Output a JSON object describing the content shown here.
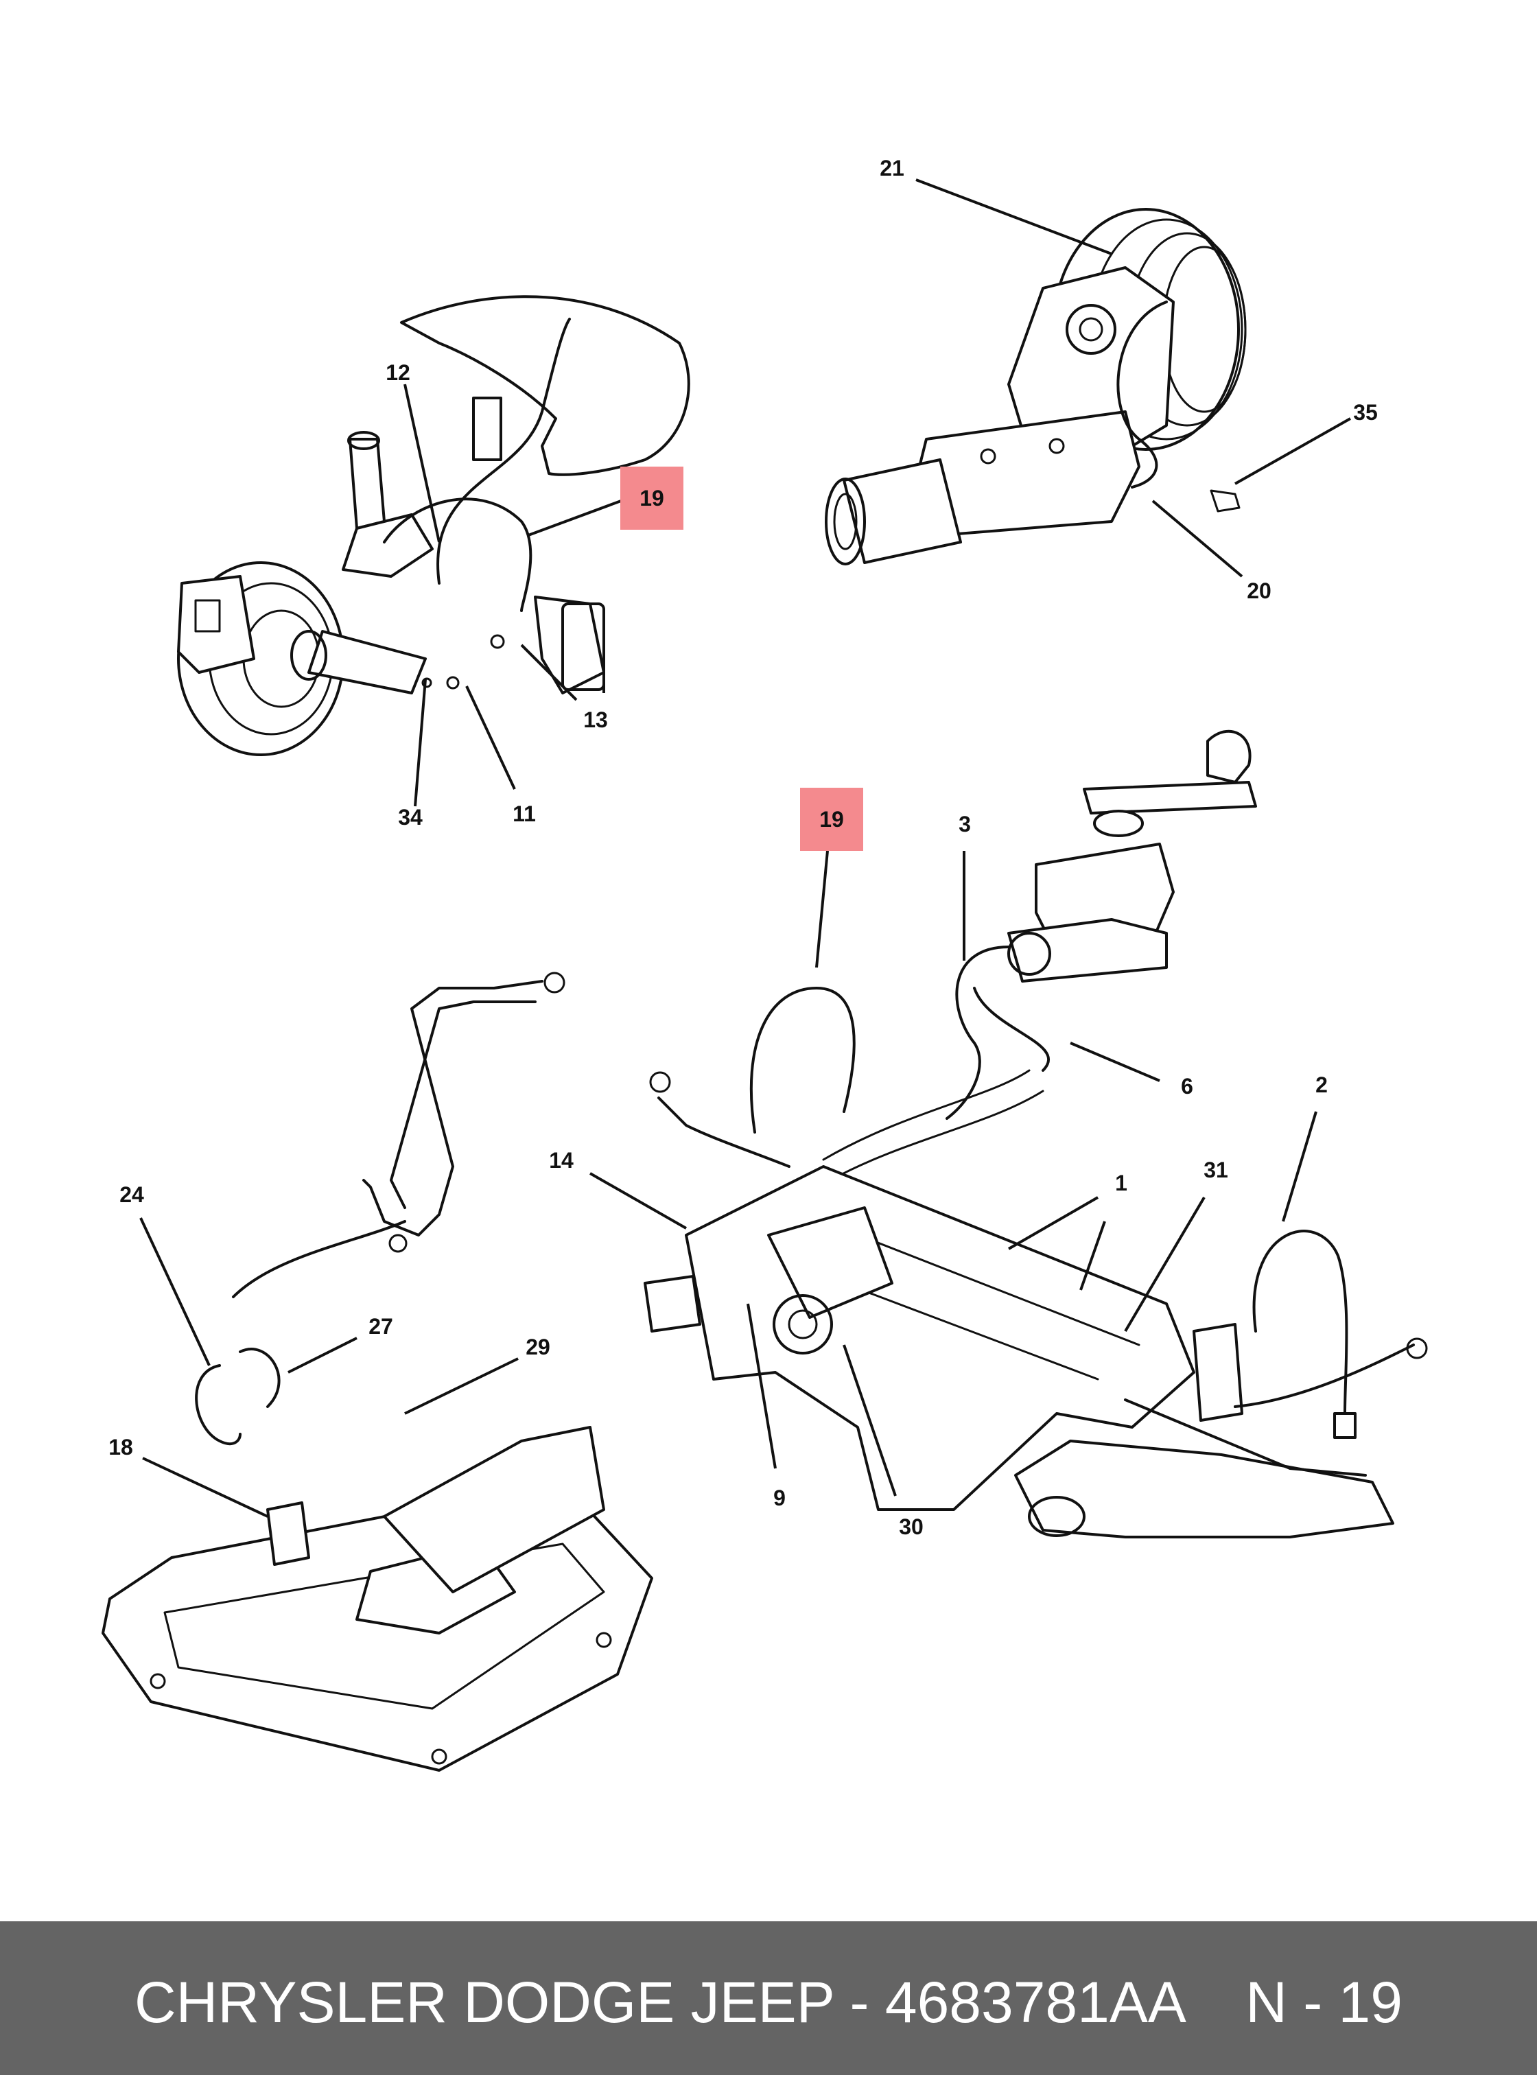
{
  "callouts": {
    "c21": "21",
    "c35": "35",
    "c20": "20",
    "c12": "12",
    "c19a": "19",
    "c13": "13",
    "c34": "34",
    "c11": "11",
    "c19b": "19",
    "c3": "3",
    "c6": "6",
    "c2": "2",
    "c31": "31",
    "c1": "1",
    "c14": "14",
    "c9": "9",
    "c30": "30",
    "c24": "24",
    "c27": "27",
    "c29": "29",
    "c18": "18"
  },
  "highlight_color": "#f48a8e",
  "footer": {
    "title": "CHRYSLER DODGE JEEP - 4683781AA",
    "page": "N - 19",
    "background": "#646464"
  }
}
